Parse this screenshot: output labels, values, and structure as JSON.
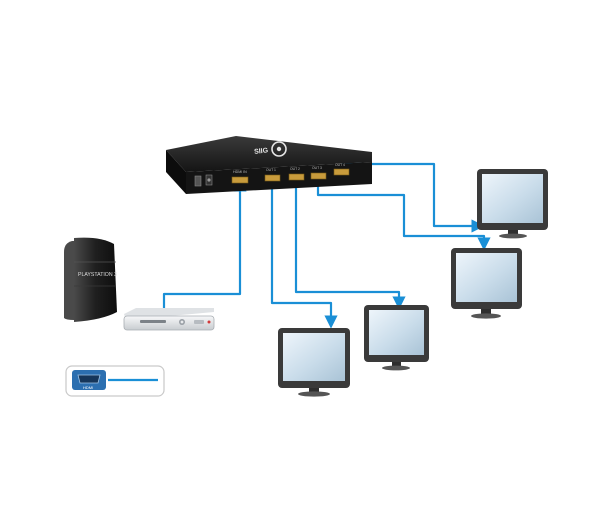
{
  "splitter": {
    "brand": "SIIG",
    "input_port_label": "HDMI IN",
    "output_ports": [
      "OUT 1",
      "OUT 2",
      "OUT 3",
      "OUT 4"
    ]
  },
  "console": {
    "label": "PLAYSTATION 3"
  },
  "legend": {
    "connector_label": "HDMI"
  },
  "colors": {
    "cable": "#1a8fd6",
    "device_body": "#1b1b1b",
    "console_body": "#2a2a2a",
    "bluray_body": "#e6e8ea",
    "screen": "#cfe1ee",
    "bezel": "#3a3a3a",
    "legend_border": "#c9c9c9"
  },
  "icons": {
    "splitter": "hdmi-splitter-icon",
    "console": "game-console-icon",
    "player": "bluray-player-icon",
    "tv": "flat-tv-icon",
    "connector": "hdmi-connector-icon"
  }
}
